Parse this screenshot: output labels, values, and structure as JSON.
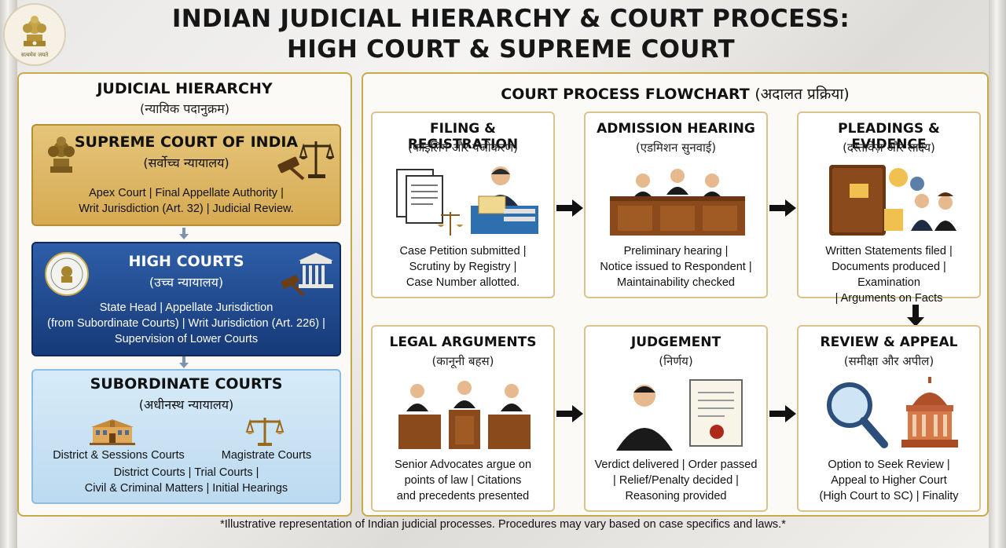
{
  "header": {
    "title_line1": "INDIAN JUDICIAL HIERARCHY & COURT PROCESS:",
    "title_line2": "HIGH COURT & SUPREME COURT",
    "emblem_caption": "सत्यमेव जयते"
  },
  "hierarchy": {
    "title": "JUDICIAL HIERARCHY",
    "subtitle": "(न्यायिक पदानुक्रम)",
    "supreme": {
      "name": "SUPREME COURT OF INDIA",
      "hindi": "(सर्वोच्च न्यायालय)",
      "desc_line1": "Apex Court | Final Appellate Authority |",
      "desc_line2": "Writ Jurisdiction (Art. 32) | Judicial Review."
    },
    "high": {
      "name": "HIGH COURTS",
      "hindi": "(उच्च न्यायालय)",
      "desc_line1": "State Head | Appellate Jurisdiction",
      "desc_line2": "(from Subordinate Courts) | Writ Jurisdiction (Art. 226) |",
      "desc_line3": "Supervision of Lower Courts"
    },
    "subordinate": {
      "name": "SUBORDINATE COURTS",
      "hindi": "(अधीनस्थ न्यायालय)",
      "left_label": "District & Sessions Courts",
      "right_label": "Magistrate Courts",
      "desc_line1": "District Courts | Trial Courts |",
      "desc_line2": "Civil & Criminal Matters | Initial Hearings"
    }
  },
  "flowchart": {
    "title": "COURT PROCESS FLOWCHART",
    "title_hindi": "(अदालत प्रक्रिया)",
    "steps": [
      {
        "title": "FILING & REGISTRATION",
        "hindi": "(फाइलिंग और पंजीकरण)",
        "desc_line1": "Case Petition submitted |",
        "desc_line2": "Scrutiny by Registry |",
        "desc_line3": "Case Number allotted."
      },
      {
        "title": "ADMISSION HEARING",
        "hindi": "(एडमिशन सुनवाई)",
        "desc_line1": "Preliminary hearing |",
        "desc_line2": "Notice issued to Respondent |",
        "desc_line3": "Maintainability checked"
      },
      {
        "title": "PLEADINGS & EVIDENCE",
        "hindi": "(दस्तावेज़ और साक्ष्य)",
        "desc_line1": "Written Statements filed |",
        "desc_line2": "Documents produced | Examination",
        "desc_line3": "| Arguments on Facts"
      },
      {
        "title": "LEGAL ARGUMENTS",
        "hindi": "(कानूनी बहस)",
        "desc_line1": "Senior Advocates argue on",
        "desc_line2": "points of law | Citations",
        "desc_line3": "and precedents presented"
      },
      {
        "title": "JUDGEMENT",
        "hindi": "(निर्णय)",
        "desc_line1": "Verdict delivered | Order passed",
        "desc_line2": "| Relief/Penalty decided |",
        "desc_line3": "Reasoning provided"
      },
      {
        "title": "REVIEW & APPEAL",
        "hindi": "(समीक्षा और अपील)",
        "desc_line1": "Option to Seek Review |",
        "desc_line2": "Appeal to Higher Court",
        "desc_line3": "(High Court to SC) | Finality"
      }
    ]
  },
  "footer": "*Illustrative representation of Indian judicial processes. Procedures may vary based on case specifics and laws.*",
  "colors": {
    "gold": "#d6aa52",
    "navy": "#173a78",
    "light_blue": "#bcdaf0",
    "panel_border": "#c9a94a"
  }
}
